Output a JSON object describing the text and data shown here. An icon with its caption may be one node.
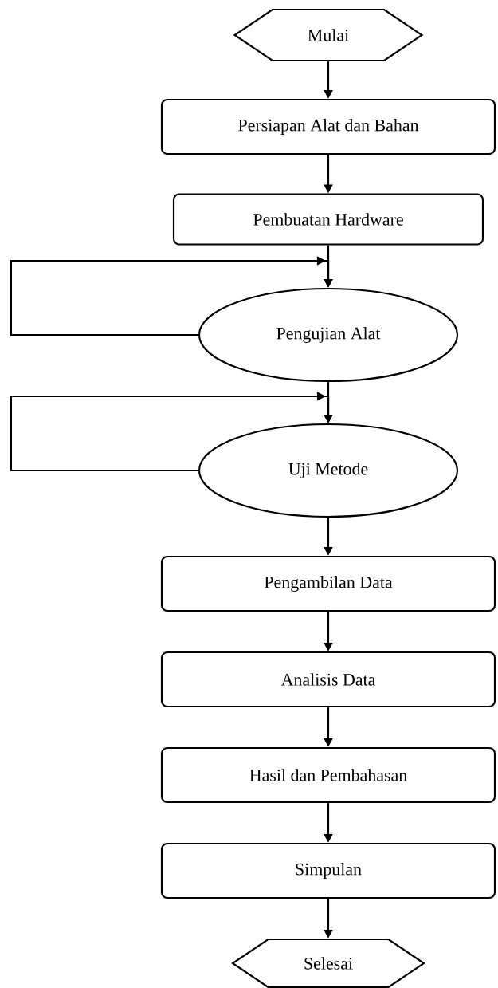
{
  "diagram": {
    "nodes": [
      {
        "text": [
          "Mulai"
        ]
      },
      {
        "text": [
          "Persiapan Alat dan Bahan"
        ]
      },
      {
        "text": [
          "Pembuatan Hardware"
        ]
      },
      {
        "text": [
          "Pengujian Alat"
        ]
      },
      {
        "text": [
          "Uji Metode"
        ]
      },
      {
        "text": [
          "Pengambilan Data"
        ]
      },
      {
        "text": [
          "Analisis Data"
        ]
      },
      {
        "text": [
          "Hasil dan Pembahasan"
        ]
      },
      {
        "text": [
          "Simpulan"
        ]
      },
      {
        "text": [
          "Selesai"
        ]
      }
    ],
    "edges": [
      {
        "from": 0,
        "to": 1,
        "arrow": "to"
      },
      {
        "from": 1,
        "to": 2,
        "arrow": "to"
      },
      {
        "from": 2,
        "to": 3,
        "arrow": "to"
      },
      {
        "from": 3,
        "to": 3,
        "arrow": "to"
      },
      {
        "from": 3,
        "to": 4,
        "arrow": "to"
      },
      {
        "from": 4,
        "to": 4,
        "arrow": "to"
      },
      {
        "from": 4,
        "to": 5,
        "arrow": "to"
      },
      {
        "from": 5,
        "to": 6,
        "arrow": "to"
      },
      {
        "from": 6,
        "to": 7,
        "arrow": "to"
      },
      {
        "from": 7,
        "to": 8,
        "arrow": "to"
      },
      {
        "from": 8,
        "to": 9,
        "arrow": "to"
      }
    ]
  }
}
